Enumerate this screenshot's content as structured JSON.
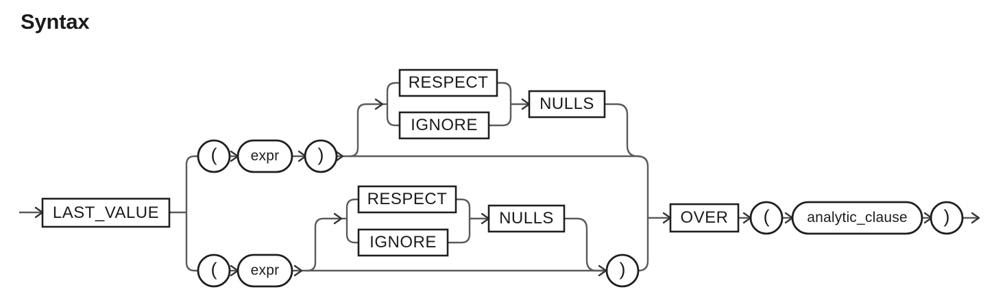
{
  "page": {
    "title": "Syntax"
  },
  "diagram": {
    "name": "last-value-analytic-function-syntax",
    "type": "railroad-syntax-diagram",
    "colors": {
      "background": "#ffffff",
      "line": "#5a5a5a",
      "box_stroke": "#1f1f1f",
      "text": "#1b1b1b"
    },
    "nodes": {
      "keyword": "LAST_VALUE",
      "open_paren_upper": "(",
      "expr_upper": "expr",
      "close_paren_upper": ")",
      "respect_upper": "RESPECT",
      "ignore_upper": "IGNORE",
      "nulls_upper": "NULLS",
      "open_paren_lower": "(",
      "expr_lower": "expr",
      "respect_lower": "RESPECT",
      "ignore_lower": "IGNORE",
      "nulls_lower": "NULLS",
      "close_paren_lower": ")",
      "over": "OVER",
      "open_paren_over": "(",
      "analytic_clause": "analytic_clause",
      "close_paren_over": ")"
    }
  }
}
